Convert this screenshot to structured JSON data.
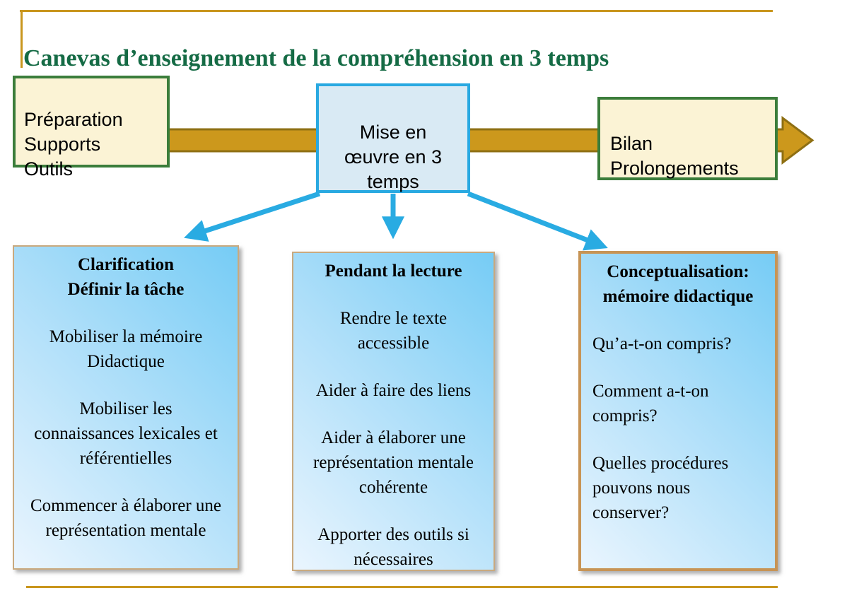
{
  "title": "Canevas d’enseignement de la compréhension en 3 temps",
  "stage_boxes": {
    "preparation": {
      "text": "Préparation\nSupports\nOutils"
    },
    "mise_en_oeuvre": {
      "text": "Mise en\nœuvre en 3\ntemps"
    },
    "bilan": {
      "text": "Bilan\nProlongements"
    }
  },
  "panels": {
    "clarification": {
      "heading": "Clarification\nDéfinir la tâche",
      "items": [
        "Mobiliser la mémoire\nDidactique",
        "Mobiliser les\nconnaissances lexicales et\nréférentielles",
        "Commencer à élaborer une\nreprésentation mentale"
      ]
    },
    "pendant_la_lecture": {
      "heading": "Pendant la lecture",
      "items": [
        "Rendre le texte\naccessible",
        "Aider à faire des liens",
        "Aider à élaborer une\nreprésentation mentale\ncohérente",
        "Apporter des outils si\nnécessaires"
      ]
    },
    "conceptualisation": {
      "heading": "Conceptualisation:\nmémoire didactique",
      "items": [
        "Qu’a-t-on compris?",
        "Comment a-t-on\ncompris?",
        "Quelles procédures\npouvons nous\nconserver?"
      ]
    }
  },
  "colors": {
    "title_green": "#156B45",
    "gold_line": "#C9961E",
    "arrow_gold_fill": "#CC981C",
    "arrow_gold_stroke": "#8E6F13",
    "cream_fill": "#FBF3D5",
    "green_border": "#3B7D3B",
    "mise_fill": "#D9EAF4",
    "cyan": "#29ABE2",
    "panel_gradient_light": "#EAF5FE",
    "panel_gradient_dark": "#76CCF5",
    "panel_border_thin": "#C9A97E",
    "panel_border_thick": "#C79455"
  }
}
